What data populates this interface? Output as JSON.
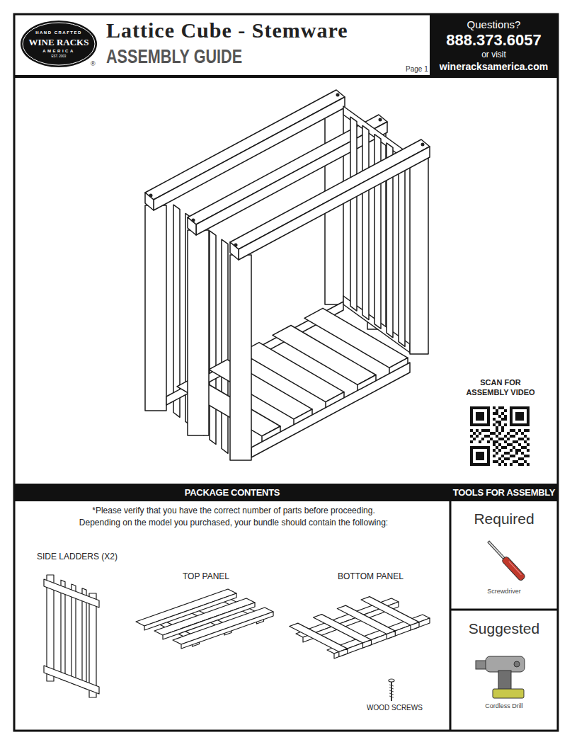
{
  "diagram": {
    "title": "Lattice Cube - Stemware",
    "nodes": [
      {
        "text": [
          "HAND CRAFTED",
          "WINE RACKS",
          "AMERICA",
          "EST. 2003"
        ]
      },
      {
        "text": [
          "Questions?",
          "888.373.6057",
          "or visit",
          "wineracksamerica.com"
        ]
      },
      {
        "text": [
          "PACKAGE CONTENTS"
        ]
      },
      {
        "text": [
          "TOOLS FOR ASSEMBLY"
        ]
      },
      {
        "text": [
          "Required",
          "Screwdriver"
        ]
      },
      {
        "text": [
          "Suggested",
          "Cordless Drill"
        ]
      }
    ],
    "labels": [
      "®",
      "ASSEMBLY GUIDE",
      "Page 1",
      "SCAN FOR ASSEMBLY VIDEO",
      "*Please verify that you have the correct number of parts before proceeding. Depending on the model you purchased, your bundle should contain the following:",
      "SIDE LADDERS (X2)",
      "TOP PANEL",
      "BOTTOM PANEL",
      "WOOD SCREWS"
    ]
  }
}
